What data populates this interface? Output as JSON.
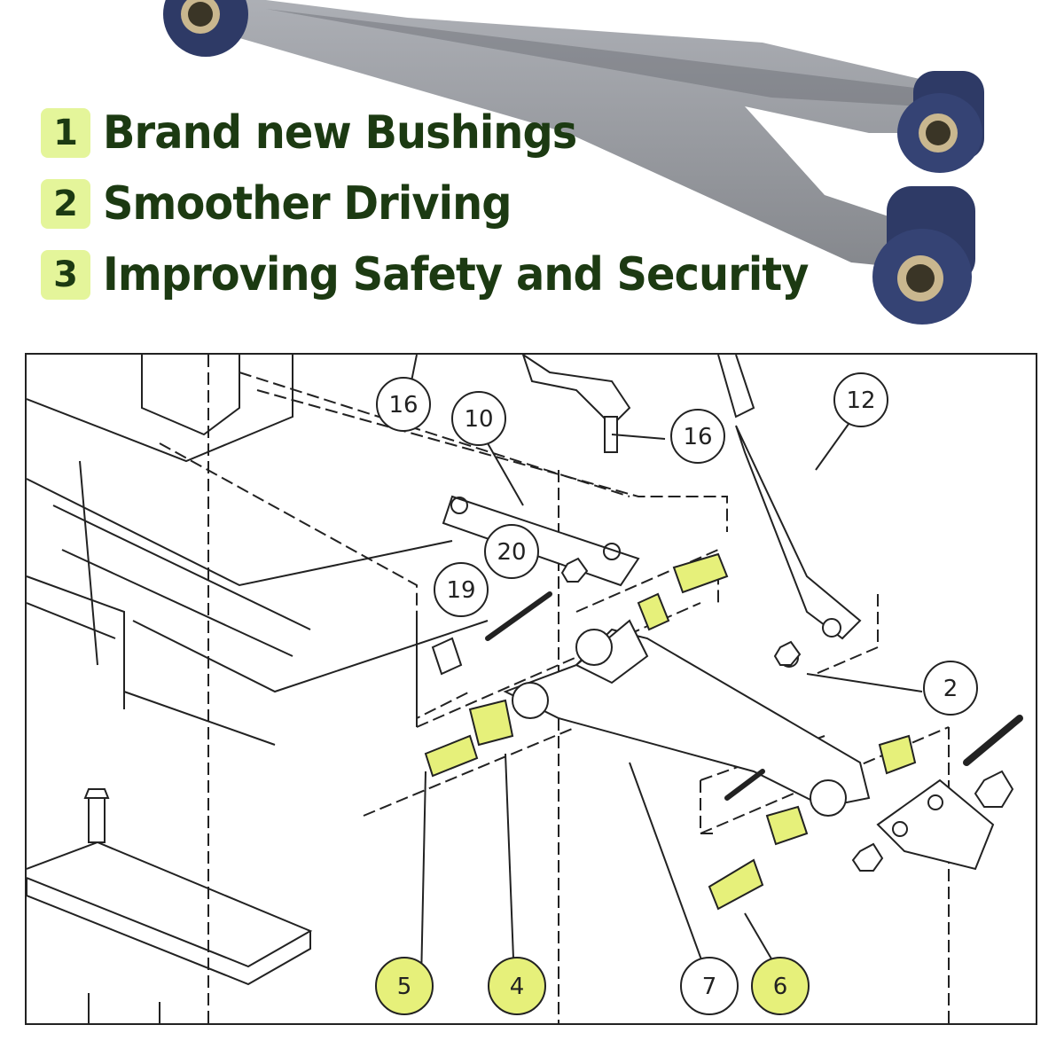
{
  "features": [
    {
      "number": "1",
      "text": "Brand new Bushings"
    },
    {
      "number": "2",
      "text": "Smoother Driving"
    },
    {
      "number": "3",
      "text": "Improving Safety and Security"
    }
  ],
  "callouts": [
    {
      "label": "16",
      "highlight": false
    },
    {
      "label": "10",
      "highlight": false
    },
    {
      "label": "16",
      "highlight": false
    },
    {
      "label": "12",
      "highlight": false
    },
    {
      "label": "20",
      "highlight": false
    },
    {
      "label": "19",
      "highlight": false
    },
    {
      "label": "2",
      "highlight": false
    },
    {
      "label": "5",
      "highlight": true
    },
    {
      "label": "4",
      "highlight": true
    },
    {
      "label": "7",
      "highlight": false
    },
    {
      "label": "6",
      "highlight": true
    }
  ],
  "colors": {
    "text_dark_green": "#1c3a12",
    "badge_yellow_green": "#e4f59a",
    "highlight_part": "#e6f07a",
    "bushing_blue": "#2e3a66"
  }
}
